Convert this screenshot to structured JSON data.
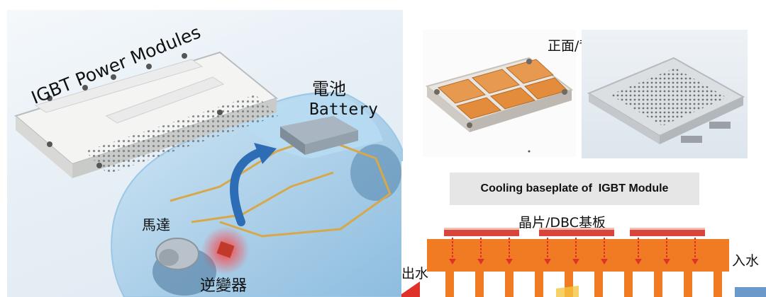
{
  "left": {
    "module_label": "IGBT Power Modules",
    "battery_cn": "電池",
    "battery_en": "Battery",
    "motor_cn": "馬達",
    "inverter_cn": "逆變器"
  },
  "right_top": {
    "front_back_label": "正面/背面"
  },
  "cooling": {
    "title": "Cooling baseplate of  IGBT Module",
    "chip_label": "晶片/DBC基板",
    "water_in": "入水",
    "water_out": "出水"
  },
  "colors": {
    "baseplate": "#f07b22",
    "chip_bar": "#d9453a",
    "arrow_red": "#e0302a",
    "title_box": "#e6e6e6"
  }
}
